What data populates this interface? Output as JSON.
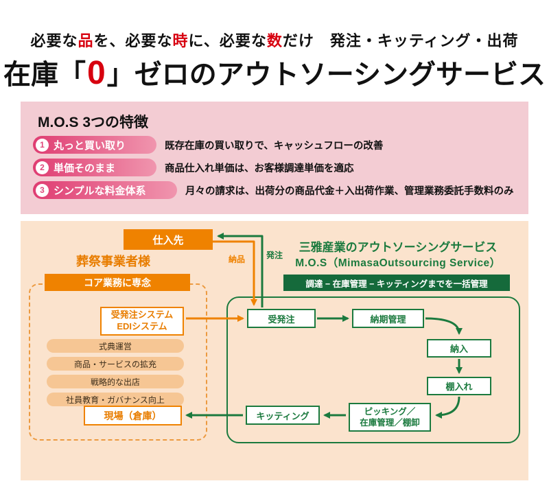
{
  "colors": {
    "accent_red": "#d7000f",
    "pink_panel": "#f3ccd3",
    "pill_gradient_start": "#df3d72",
    "pill_gradient_end": "#f095ae",
    "orange": "#ef8200",
    "orange_light": "#f6c694",
    "peach_panel": "#fbe3cd",
    "green": "#1b7a3e",
    "green_dark": "#156a3b"
  },
  "headline": {
    "part1": "必要な",
    "red1": "品",
    "part2": "を、必要な",
    "red2": "時",
    "part3": "に、必要な",
    "red3": "数",
    "part4": "だけ　発注・キッティング・出荷"
  },
  "title": {
    "prefix": "在庫「",
    "zero": "0",
    "suffix": "」ゼロのアウトソーシングサービス"
  },
  "features": {
    "heading": "M.O.S 3つの特徴",
    "items": [
      {
        "num": "1",
        "label": "丸っと買い取り",
        "desc": "既存在庫の買い取りで、キャッシュフローの改善"
      },
      {
        "num": "2",
        "label": "単価そのまま",
        "desc": "商品仕入れ単価は、お客様調達単価を適応"
      },
      {
        "num": "3",
        "label": "シンプルな料金体系",
        "desc": "月々の請求は、出荷分の商品代金＋入出荷作業、管理業務委託手数料のみ"
      }
    ]
  },
  "diagram": {
    "supplier": "仕入先",
    "delivery_label": "納品",
    "order_label": "発注",
    "customer": {
      "title": "葬祭事業者様",
      "core_box": "コア業務に専念",
      "system_line1": "受発注システム",
      "system_line2": "EDIシステム",
      "pills": [
        "式典運営",
        "商品・サービスの拡充",
        "戦略的な出店",
        "社員教育・ガバナンス向上"
      ],
      "site_box": "現場（倉庫）"
    },
    "mos": {
      "title_line1": "三雅産業のアウトソーシングサービス",
      "title_line2": "M.O.S（MimasaOutsourcing Service）",
      "banner": "調達 − 在庫管理 − キッティングまでを一括管理",
      "flow": {
        "order": "受発注",
        "delivery_mgmt": "納期管理",
        "receiving": "納入",
        "shelving": "棚入れ",
        "picking_line1": "ピッキング／",
        "picking_line2": "在庫管理／棚卸",
        "kitting": "キッティング"
      }
    }
  }
}
